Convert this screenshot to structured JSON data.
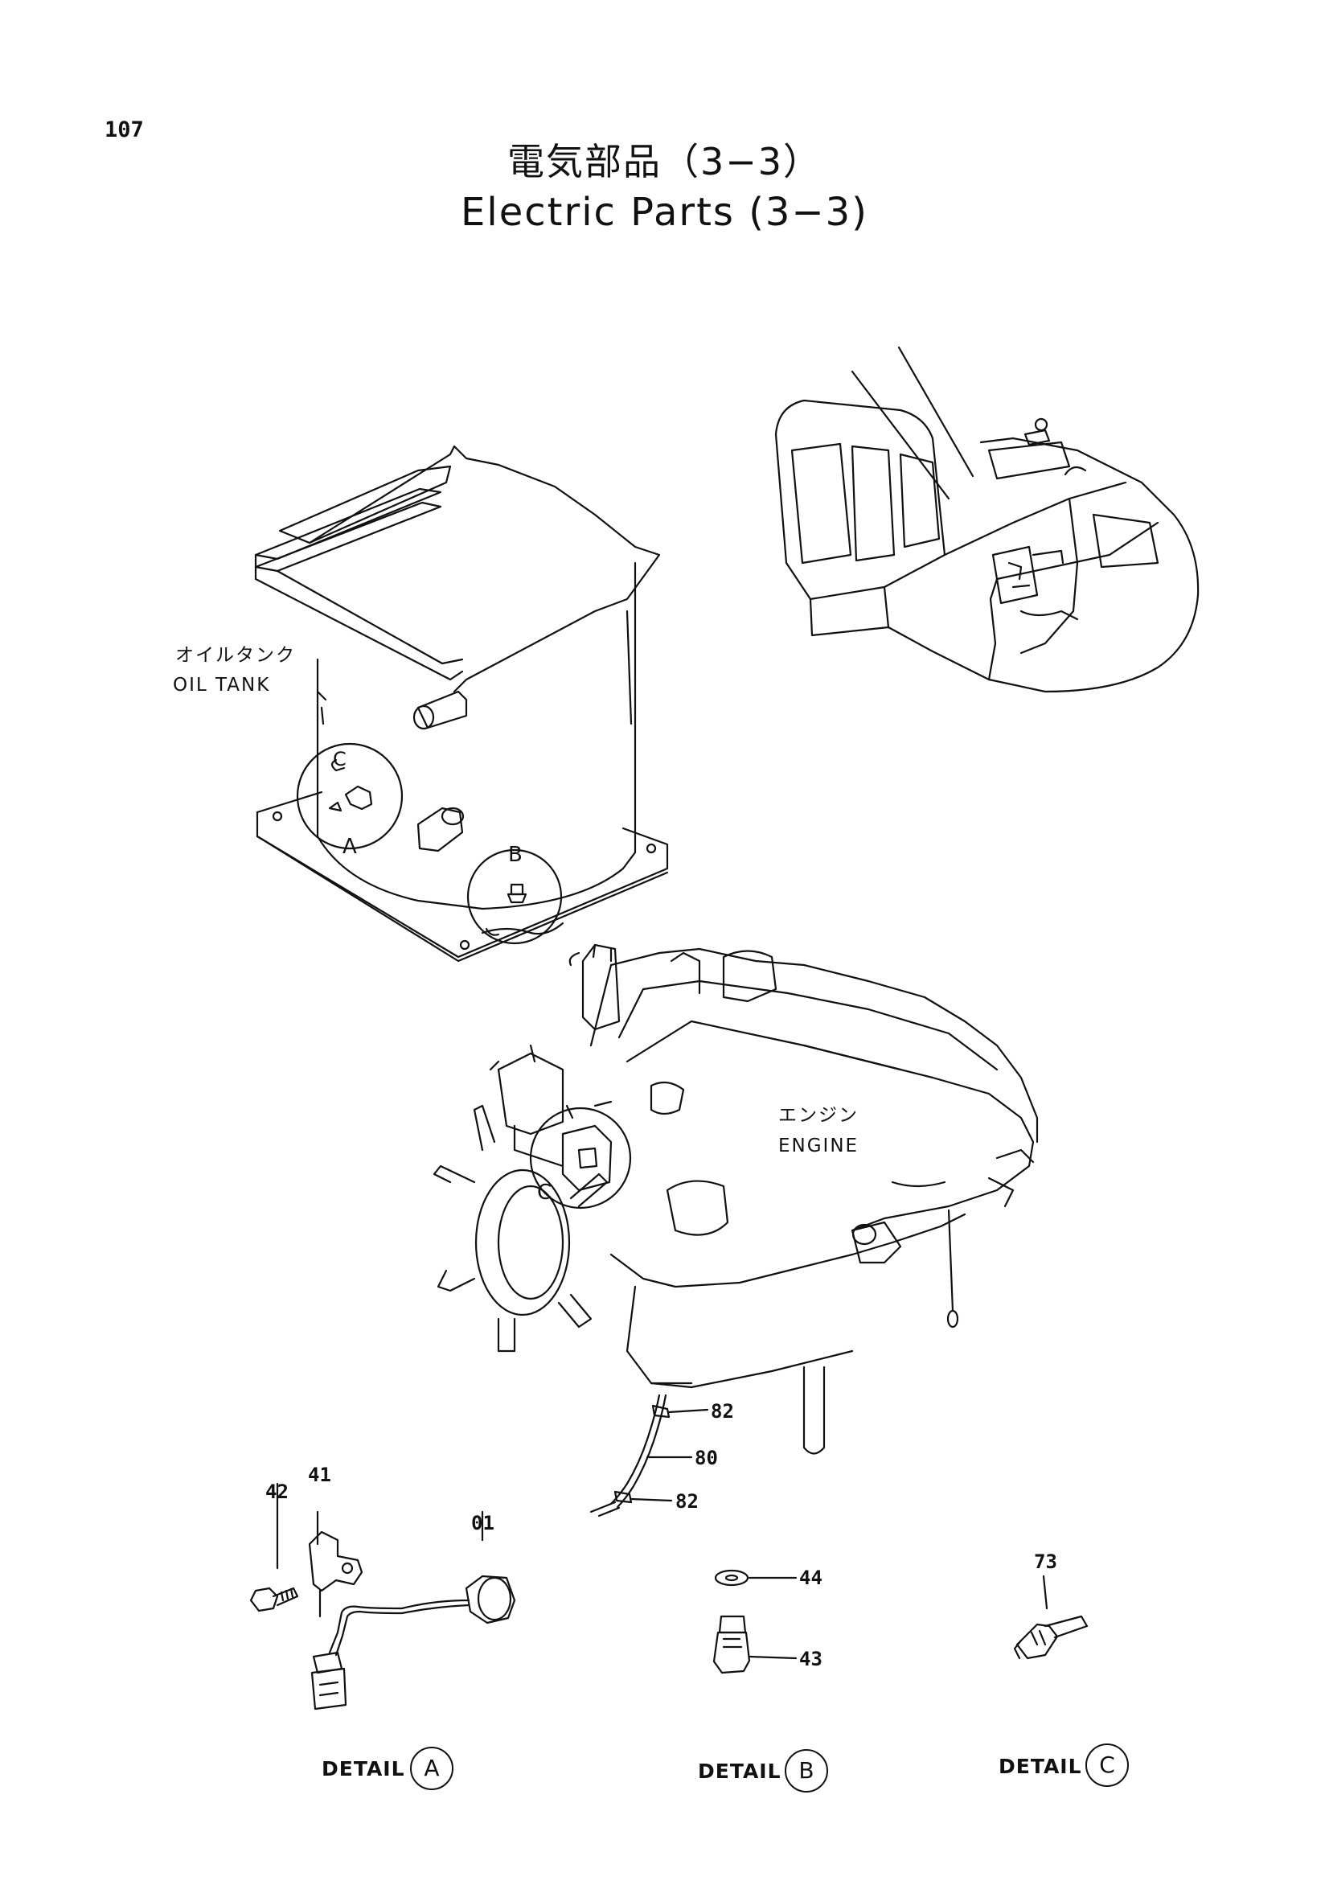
{
  "page_number": "107",
  "title": {
    "japanese": "電気部品（3−3）",
    "english": "Electric Parts (3−3)"
  },
  "component_labels": {
    "oil_tank_ja": "オイルタンク",
    "oil_tank_en": "OIL TANK",
    "engine_ja": "エンジン",
    "engine_en": "ENGINE"
  },
  "view_markers": {
    "a": "A",
    "b": "B",
    "c_tank": "C",
    "c_engine": "C"
  },
  "part_callouts": {
    "p82_top": "82",
    "p80": "80",
    "p82_bottom": "82",
    "p42": "42",
    "p41": "41",
    "p01": "01",
    "p44": "44",
    "p43": "43",
    "p73": "73"
  },
  "details": [
    {
      "prefix": "DETAIL",
      "letter": "A"
    },
    {
      "prefix": "DETAIL",
      "letter": "B"
    },
    {
      "prefix": "DETAIL",
      "letter": "C"
    }
  ]
}
